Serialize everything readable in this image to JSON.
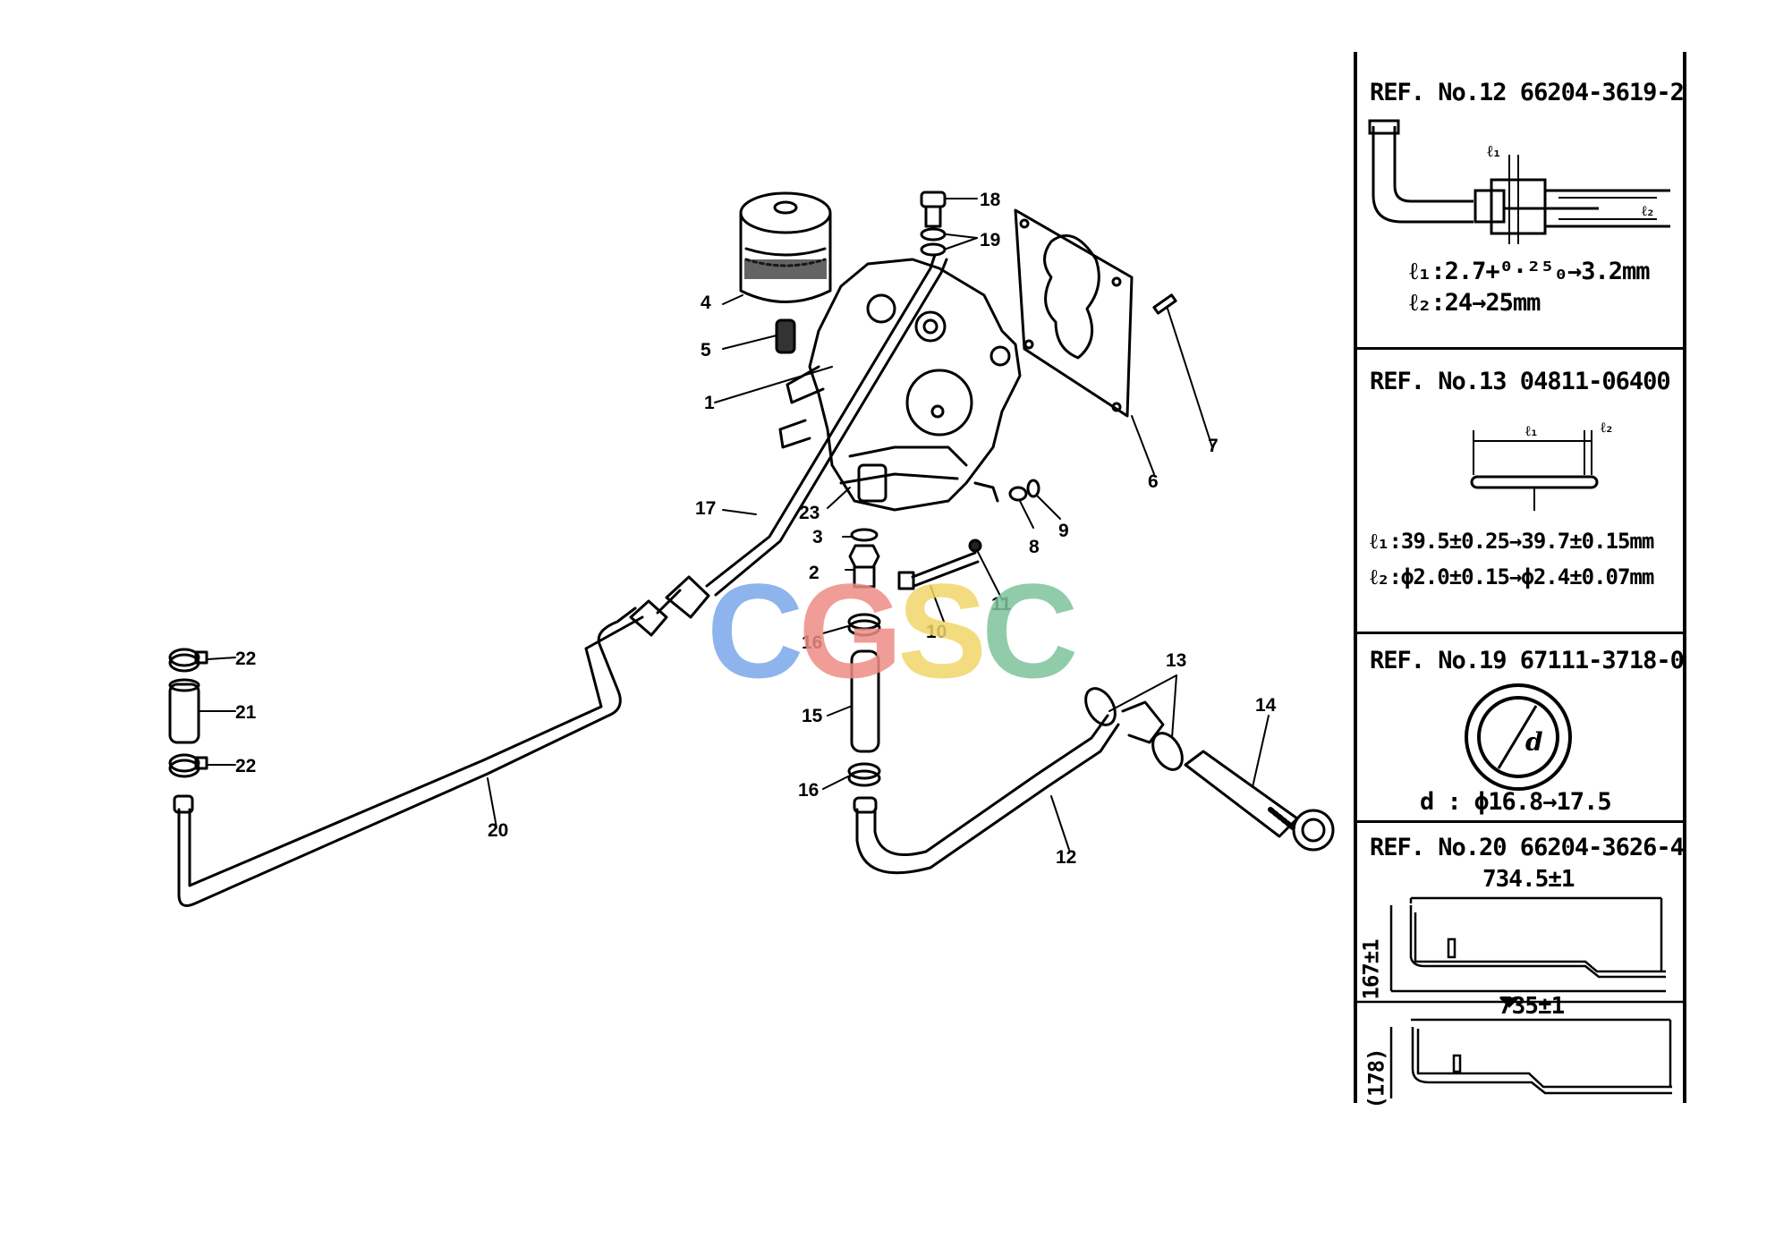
{
  "logo": {
    "letters": [
      "C",
      "G",
      "S",
      "C"
    ],
    "colors": [
      "#7ba7ea",
      "#ee8d86",
      "#f1d66a",
      "#7ec49c"
    ]
  },
  "callouts": {
    "c1": "1",
    "c2": "2",
    "c3": "3",
    "c4": "4",
    "c5": "5",
    "c6": "6",
    "c7": "7",
    "c8": "8",
    "c9": "9",
    "c10": "10",
    "c11": "11",
    "c12": "12",
    "c13": "13",
    "c14": "14",
    "c15": "15",
    "c16a": "16",
    "c16b": "16",
    "c17": "17",
    "c18": "18",
    "c19": "19",
    "c20": "20",
    "c21": "21",
    "c22a": "22",
    "c22b": "22",
    "c23": "23"
  },
  "refs": {
    "r12": {
      "header": "REF. No.12   66204-3619-2",
      "l1": "ℓ₁:2.7+⁰·²⁵₀→3.2mm",
      "l2": "ℓ₂:24→25mm",
      "tag1": "ℓ₁",
      "tag2": "ℓ₂"
    },
    "r13": {
      "header": "REF. No.13  04811-06400",
      "l1": "ℓ₁:39.5±0.25→39.7±0.15mm",
      "l2": "ℓ₂:ϕ2.0±0.15→ϕ2.4±0.07mm",
      "tag1": "ℓ₁",
      "tag2": "ℓ₂"
    },
    "r19": {
      "header": "REF. No.19  67111-3718-0",
      "l1": "d : ϕ16.8→17.5",
      "tag": "d"
    },
    "r20": {
      "header": "REF. No.20 66204-3626-4",
      "top_len": "734.5±1",
      "top_h": "167±1",
      "bot_len": "735±1",
      "bot_h": "(178)"
    }
  }
}
